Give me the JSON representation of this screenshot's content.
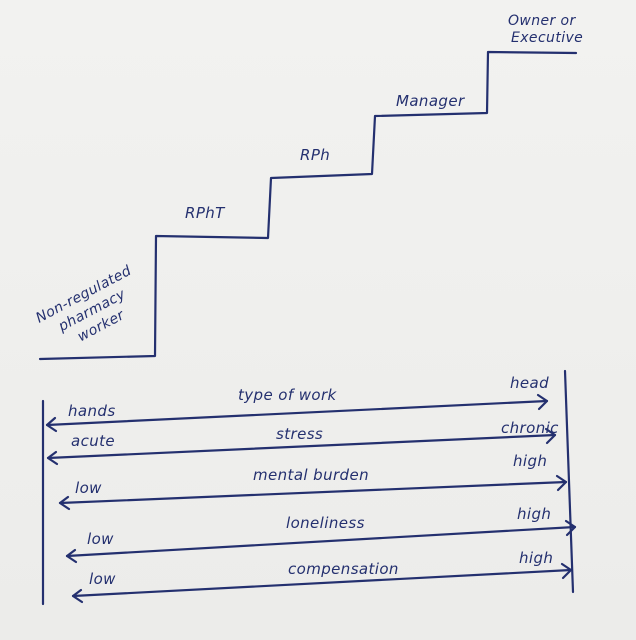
{
  "staircase": {
    "steps": [
      {
        "label_lines": [
          "Non-regulated",
          "pharmacy",
          "worker"
        ]
      },
      {
        "label": "RPhT"
      },
      {
        "label": "RPh"
      },
      {
        "label": "Manager"
      },
      {
        "label_lines": [
          "Owner or",
          "Executive"
        ]
      }
    ]
  },
  "scales": [
    {
      "left": "hands",
      "middle": "type of work",
      "right": "head"
    },
    {
      "left": "acute",
      "middle": "stress",
      "right": "chronic"
    },
    {
      "left": "low",
      "middle": "mental burden",
      "right": "high"
    },
    {
      "left": "low",
      "middle": "loneliness",
      "right": "high"
    },
    {
      "left": "low",
      "middle": "compensation",
      "right": "high"
    }
  ]
}
